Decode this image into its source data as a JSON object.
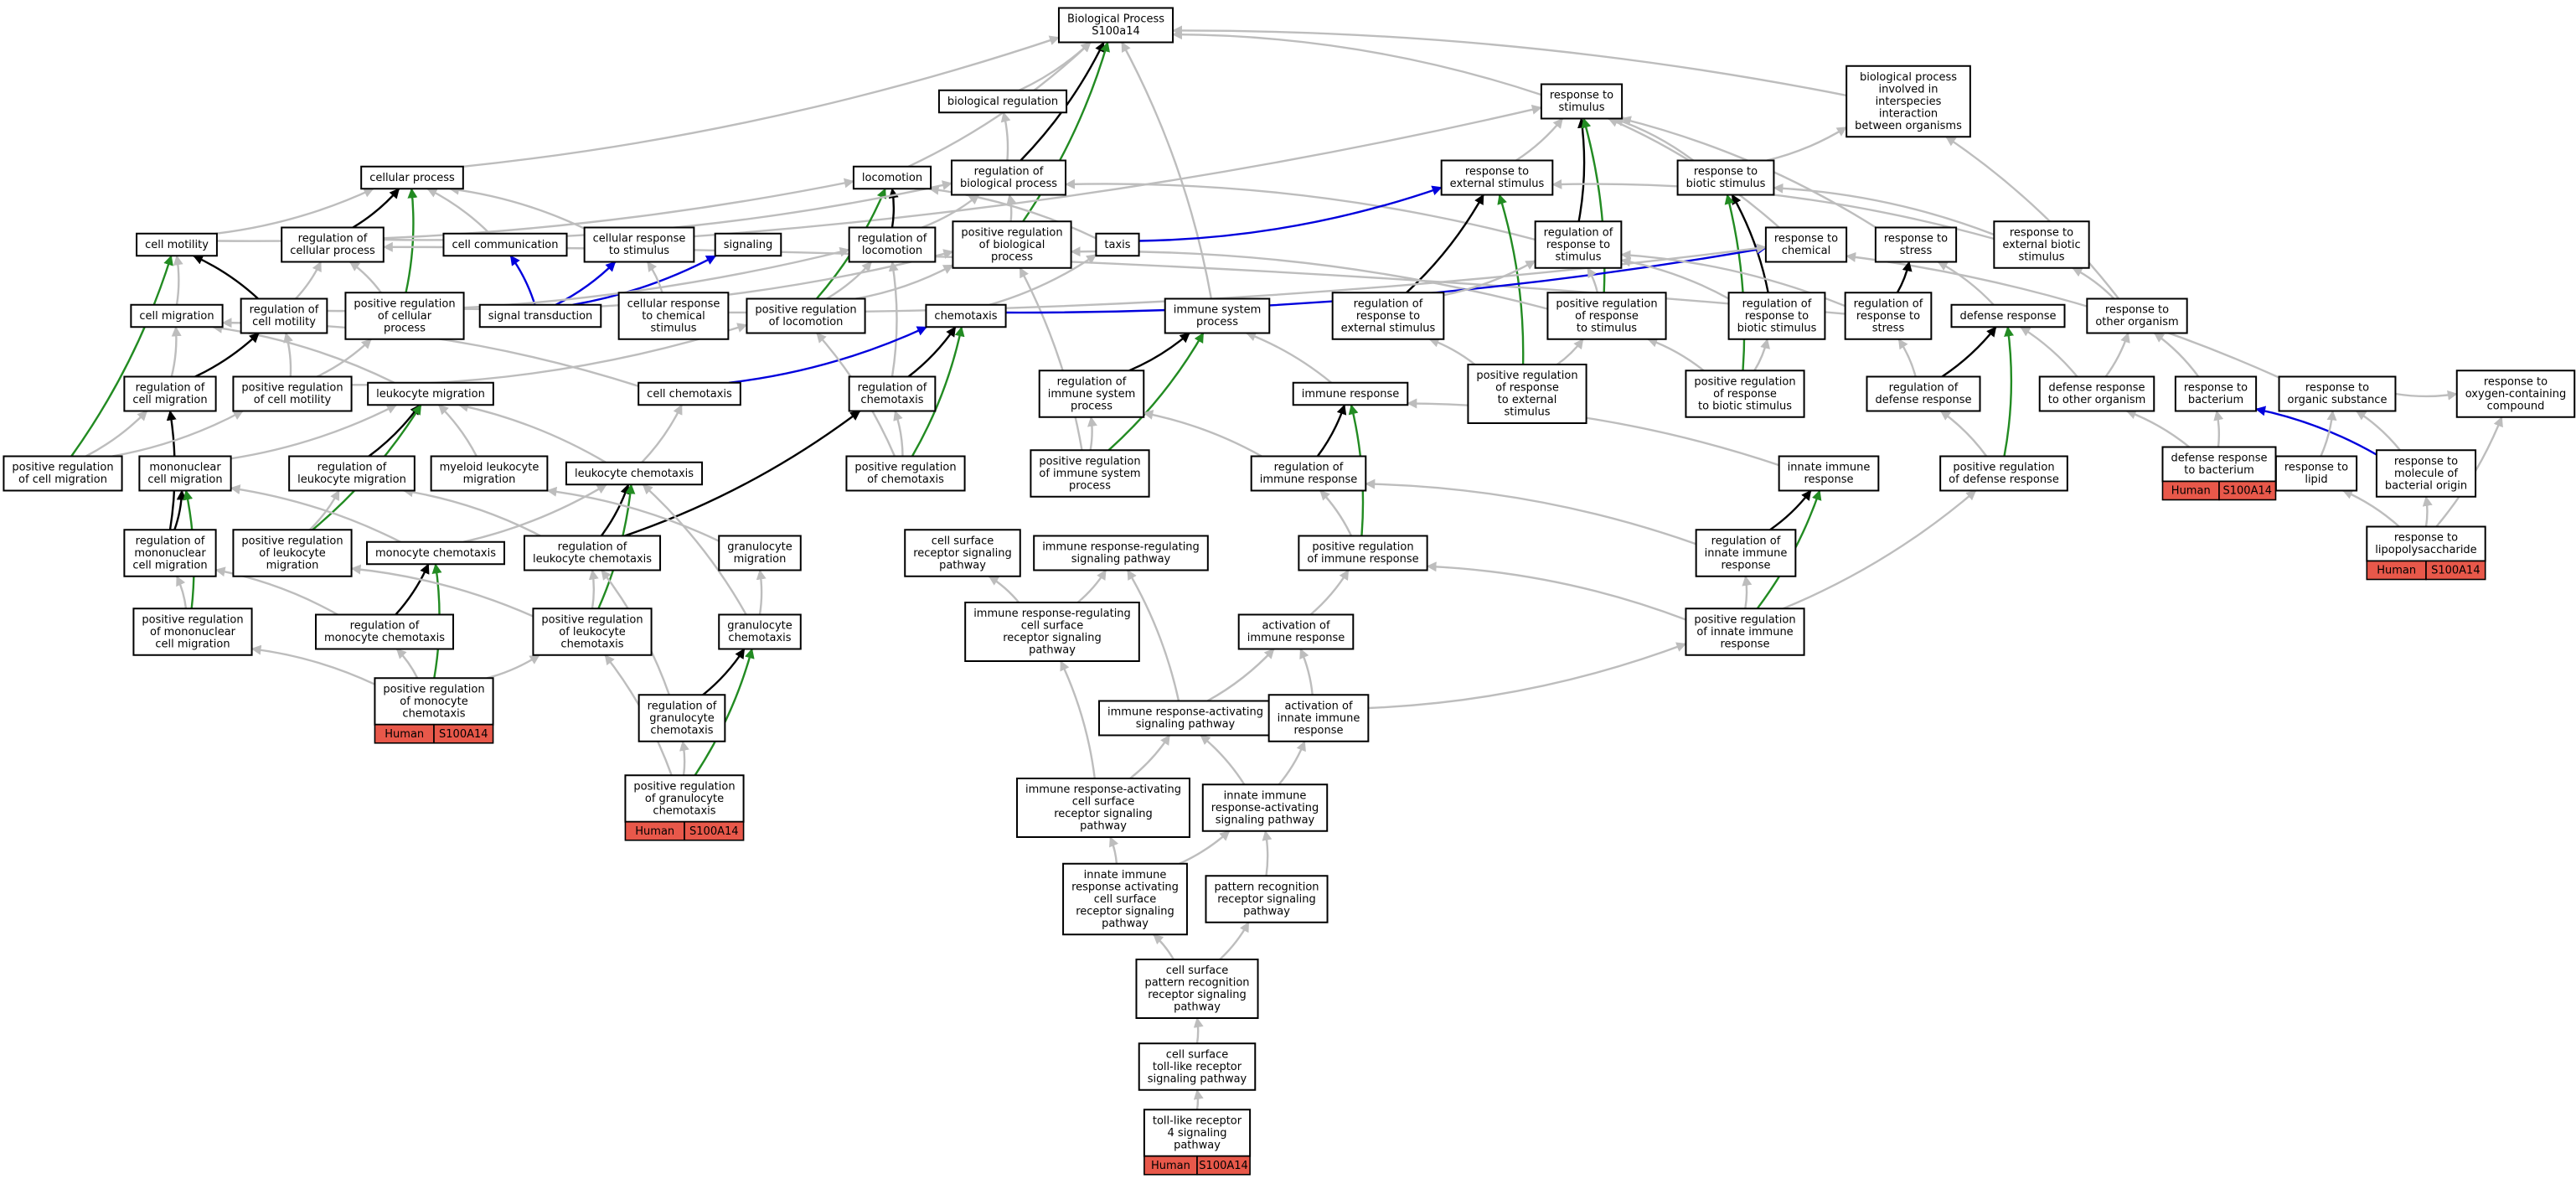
{
  "colors": {
    "gray": "#bdbdbd",
    "black": "#000000",
    "green": "#228b22",
    "blue": "#0000dd",
    "annotation": "#e8584a"
  },
  "nodes": [
    {
      "id": "n1",
      "lines": [
        "Biological Process",
        "S100a14"
      ]
    },
    {
      "id": "n2",
      "lines": [
        "biological regulation"
      ]
    },
    {
      "id": "n3",
      "lines": [
        "response to",
        "stimulus"
      ]
    },
    {
      "id": "n4",
      "lines": [
        "biological process",
        "involved in",
        "interspecies",
        "interaction",
        "between organisms"
      ]
    },
    {
      "id": "n5",
      "lines": [
        "cellular process"
      ]
    },
    {
      "id": "n6",
      "lines": [
        "locomotion"
      ]
    },
    {
      "id": "n7",
      "lines": [
        "regulation of",
        "biological process"
      ]
    },
    {
      "id": "n8",
      "lines": [
        "response to",
        "external stimulus"
      ]
    },
    {
      "id": "n9",
      "lines": [
        "response to",
        "biotic stimulus"
      ]
    },
    {
      "id": "n10",
      "lines": [
        "cell motility"
      ]
    },
    {
      "id": "n11",
      "lines": [
        "regulation of",
        "cellular process"
      ]
    },
    {
      "id": "n12",
      "lines": [
        "cell communication"
      ]
    },
    {
      "id": "n13",
      "lines": [
        "cellular response",
        "to stimulus"
      ]
    },
    {
      "id": "n14",
      "lines": [
        "signaling"
      ]
    },
    {
      "id": "n15",
      "lines": [
        "regulation of",
        "locomotion"
      ]
    },
    {
      "id": "n16",
      "lines": [
        "positive regulation",
        "of biological",
        "process"
      ]
    },
    {
      "id": "n17",
      "lines": [
        "taxis"
      ]
    },
    {
      "id": "n18",
      "lines": [
        "regulation of",
        "response to",
        "stimulus"
      ]
    },
    {
      "id": "n19",
      "lines": [
        "response to",
        "chemical"
      ]
    },
    {
      "id": "n20",
      "lines": [
        "response to",
        "stress"
      ]
    },
    {
      "id": "n21",
      "lines": [
        "response to",
        "external biotic",
        "stimulus"
      ]
    },
    {
      "id": "n22",
      "lines": [
        "cell migration"
      ]
    },
    {
      "id": "n23",
      "lines": [
        "regulation of",
        "cell motility"
      ]
    },
    {
      "id": "n24",
      "lines": [
        "positive regulation",
        "of cellular",
        "process"
      ]
    },
    {
      "id": "n25",
      "lines": [
        "signal transduction"
      ]
    },
    {
      "id": "n26",
      "lines": [
        "cellular response",
        "to chemical",
        "stimulus"
      ]
    },
    {
      "id": "n27",
      "lines": [
        "positive regulation",
        "of locomotion"
      ]
    },
    {
      "id": "n28",
      "lines": [
        "chemotaxis"
      ]
    },
    {
      "id": "n29",
      "lines": [
        "immune system",
        "process"
      ]
    },
    {
      "id": "n30",
      "lines": [
        "regulation of",
        "response to",
        "external stimulus"
      ]
    },
    {
      "id": "n31",
      "lines": [
        "positive regulation",
        "of response",
        "to stimulus"
      ]
    },
    {
      "id": "n32",
      "lines": [
        "regulation of",
        "response to",
        "biotic stimulus"
      ]
    },
    {
      "id": "n33",
      "lines": [
        "regulation of",
        "response to",
        "stress"
      ]
    },
    {
      "id": "n34",
      "lines": [
        "defense response"
      ]
    },
    {
      "id": "n35",
      "lines": [
        "response to",
        "other organism"
      ]
    },
    {
      "id": "n36",
      "lines": [
        "regulation of",
        "cell migration"
      ]
    },
    {
      "id": "n37",
      "lines": [
        "positive regulation",
        "of cell motility"
      ]
    },
    {
      "id": "n38",
      "lines": [
        "leukocyte migration"
      ]
    },
    {
      "id": "n39",
      "lines": [
        "cell chemotaxis"
      ]
    },
    {
      "id": "n40",
      "lines": [
        "regulation of",
        "chemotaxis"
      ]
    },
    {
      "id": "n41",
      "lines": [
        "regulation of",
        "immune system",
        "process"
      ]
    },
    {
      "id": "n42",
      "lines": [
        "immune response"
      ]
    },
    {
      "id": "n43",
      "lines": [
        "positive regulation",
        "of response",
        "to external",
        "stimulus"
      ]
    },
    {
      "id": "n44",
      "lines": [
        "positive regulation",
        "of response",
        "to biotic stimulus"
      ]
    },
    {
      "id": "n45",
      "lines": [
        "regulation of",
        "defense response"
      ]
    },
    {
      "id": "n46",
      "lines": [
        "defense response",
        "to other organism"
      ]
    },
    {
      "id": "n47",
      "lines": [
        "response to",
        "bacterium"
      ]
    },
    {
      "id": "n48",
      "lines": [
        "response to",
        "organic substance"
      ]
    },
    {
      "id": "n49",
      "lines": [
        "response to",
        "oxygen-containing",
        "compound"
      ]
    },
    {
      "id": "n50",
      "lines": [
        "positive regulation",
        "of cell migration"
      ]
    },
    {
      "id": "n51",
      "lines": [
        "mononuclear",
        "cell migration"
      ]
    },
    {
      "id": "n52",
      "lines": [
        "regulation of",
        "leukocyte migration"
      ]
    },
    {
      "id": "n53",
      "lines": [
        "myeloid leukocyte",
        "migration"
      ]
    },
    {
      "id": "n54",
      "lines": [
        "leukocyte chemotaxis"
      ]
    },
    {
      "id": "n55",
      "lines": [
        "positive regulation",
        "of chemotaxis"
      ]
    },
    {
      "id": "n56",
      "lines": [
        "positive regulation",
        "of immune system",
        "process"
      ]
    },
    {
      "id": "n57",
      "lines": [
        "regulation of",
        "immune response"
      ]
    },
    {
      "id": "n58",
      "lines": [
        "innate immune",
        "response"
      ]
    },
    {
      "id": "n59",
      "lines": [
        "positive regulation",
        "of defense response"
      ]
    },
    {
      "id": "n60",
      "lines": [
        "defense response",
        "to bacterium"
      ],
      "annot": [
        "Human",
        "S100A14"
      ]
    },
    {
      "id": "n61",
      "lines": [
        "response to",
        "lipid"
      ]
    },
    {
      "id": "n62",
      "lines": [
        "response to",
        "molecule of",
        "bacterial origin"
      ]
    },
    {
      "id": "n63",
      "lines": [
        "regulation of",
        "mononuclear",
        "cell migration"
      ]
    },
    {
      "id": "n64",
      "lines": [
        "positive regulation",
        "of leukocyte",
        "migration"
      ]
    },
    {
      "id": "n65",
      "lines": [
        "monocyte chemotaxis"
      ]
    },
    {
      "id": "n66",
      "lines": [
        "regulation of",
        "leukocyte chemotaxis"
      ]
    },
    {
      "id": "n67",
      "lines": [
        "granulocyte",
        "migration"
      ]
    },
    {
      "id": "n68",
      "lines": [
        "cell surface",
        "receptor signaling",
        "pathway"
      ]
    },
    {
      "id": "n69",
      "lines": [
        "immune response-regulating",
        "signaling pathway"
      ]
    },
    {
      "id": "n70",
      "lines": [
        "positive regulation",
        "of immune response"
      ]
    },
    {
      "id": "n71",
      "lines": [
        "regulation of",
        "innate immune",
        "response"
      ]
    },
    {
      "id": "n72",
      "lines": [
        "response to",
        "lipopolysaccharide"
      ],
      "annot": [
        "Human",
        "S100A14"
      ]
    },
    {
      "id": "n73",
      "lines": [
        "positive regulation",
        "of mononuclear",
        "cell migration"
      ]
    },
    {
      "id": "n74",
      "lines": [
        "regulation of",
        "monocyte chemotaxis"
      ]
    },
    {
      "id": "n75",
      "lines": [
        "positive regulation",
        "of leukocyte",
        "chemotaxis"
      ]
    },
    {
      "id": "n76",
      "lines": [
        "granulocyte",
        "chemotaxis"
      ]
    },
    {
      "id": "n77",
      "lines": [
        "immune response-regulating",
        "cell surface",
        "receptor signaling",
        "pathway"
      ]
    },
    {
      "id": "n78",
      "lines": [
        "activation of",
        "immune response"
      ]
    },
    {
      "id": "n79",
      "lines": [
        "positive regulation",
        "of innate immune",
        "response"
      ]
    },
    {
      "id": "n80",
      "lines": [
        "positive regulation",
        "of monocyte",
        "chemotaxis"
      ],
      "annot": [
        "Human",
        "S100A14"
      ]
    },
    {
      "id": "n81",
      "lines": [
        "regulation of",
        "granulocyte",
        "chemotaxis"
      ]
    },
    {
      "id": "n82",
      "lines": [
        "immune response-activating",
        "signaling pathway"
      ]
    },
    {
      "id": "n83",
      "lines": [
        "activation of",
        "innate immune",
        "response"
      ]
    },
    {
      "id": "n84",
      "lines": [
        "positive regulation",
        "of granulocyte",
        "chemotaxis"
      ],
      "annot": [
        "Human",
        "S100A14"
      ]
    },
    {
      "id": "n85",
      "lines": [
        "immune response-activating",
        "cell surface",
        "receptor signaling",
        "pathway"
      ]
    },
    {
      "id": "n86",
      "lines": [
        "innate immune",
        "response-activating",
        "signaling pathway"
      ]
    },
    {
      "id": "n87",
      "lines": [
        "innate immune",
        "response activating",
        "cell surface",
        "receptor signaling",
        "pathway"
      ]
    },
    {
      "id": "n88",
      "lines": [
        "pattern recognition",
        "receptor signaling",
        "pathway"
      ]
    },
    {
      "id": "n89",
      "lines": [
        "cell surface",
        "pattern recognition",
        "receptor signaling",
        "pathway"
      ]
    },
    {
      "id": "n90",
      "lines": [
        "cell surface",
        "toll-like receptor",
        "signaling pathway"
      ]
    },
    {
      "id": "n91",
      "lines": [
        "toll-like receptor",
        "4 signaling",
        "pathway"
      ],
      "annot": [
        "Human",
        "S100A14"
      ]
    }
  ],
  "edges": [
    [
      "n2",
      "n1",
      "gray"
    ],
    [
      "n3",
      "n1",
      "gray"
    ],
    [
      "n4",
      "n1",
      "gray"
    ],
    [
      "n5",
      "n1",
      "gray"
    ],
    [
      "n6",
      "n1",
      "gray"
    ],
    [
      "n7",
      "n1",
      "black"
    ],
    [
      "n16",
      "n1",
      "green"
    ],
    [
      "n29",
      "n1",
      "gray"
    ],
    [
      "n7",
      "n2",
      "gray"
    ],
    [
      "n8",
      "n3",
      "gray"
    ],
    [
      "n9",
      "n3",
      "gray"
    ],
    [
      "n13",
      "n3",
      "gray"
    ],
    [
      "n18",
      "n3",
      "black"
    ],
    [
      "n19",
      "n3",
      "gray"
    ],
    [
      "n20",
      "n3",
      "gray"
    ],
    [
      "n31",
      "n3",
      "green"
    ],
    [
      "n9",
      "n4",
      "gray"
    ],
    [
      "n35",
      "n4",
      "gray"
    ],
    [
      "n10",
      "n5",
      "gray"
    ],
    [
      "n11",
      "n5",
      "black"
    ],
    [
      "n12",
      "n5",
      "gray"
    ],
    [
      "n13",
      "n5",
      "gray"
    ],
    [
      "n24",
      "n5",
      "green"
    ],
    [
      "n17",
      "n6",
      "gray"
    ],
    [
      "n10",
      "n6",
      "gray"
    ],
    [
      "n15",
      "n6",
      "black"
    ],
    [
      "n27",
      "n6",
      "green"
    ],
    [
      "n11",
      "n7",
      "gray"
    ],
    [
      "n15",
      "n7",
      "gray"
    ],
    [
      "n16",
      "n7",
      "gray"
    ],
    [
      "n18",
      "n7",
      "gray"
    ],
    [
      "n17",
      "n8",
      "blue"
    ],
    [
      "n21",
      "n8",
      "gray"
    ],
    [
      "n30",
      "n8",
      "black"
    ],
    [
      "n43",
      "n8",
      "green"
    ],
    [
      "n21",
      "n9",
      "gray"
    ],
    [
      "n32",
      "n9",
      "black"
    ],
    [
      "n44",
      "n9",
      "green"
    ],
    [
      "n22",
      "n10",
      "gray"
    ],
    [
      "n23",
      "n10",
      "black"
    ],
    [
      "n50",
      "n10",
      "green"
    ],
    [
      "n23",
      "n11",
      "gray"
    ],
    [
      "n24",
      "n11",
      "gray"
    ],
    [
      "n33",
      "n11",
      "gray"
    ],
    [
      "n25",
      "n12",
      "blue"
    ],
    [
      "n25",
      "n13",
      "blue"
    ],
    [
      "n25",
      "n14",
      "blue"
    ],
    [
      "n26",
      "n13",
      "gray"
    ],
    [
      "n23",
      "n15",
      "gray"
    ],
    [
      "n40",
      "n15",
      "gray"
    ],
    [
      "n27",
      "n15",
      "gray"
    ],
    [
      "n24",
      "n16",
      "gray"
    ],
    [
      "n27",
      "n16",
      "gray"
    ],
    [
      "n31",
      "n16",
      "gray"
    ],
    [
      "n56",
      "n16",
      "gray"
    ],
    [
      "n28",
      "n17",
      "gray"
    ],
    [
      "n28",
      "n19",
      "blue"
    ],
    [
      "n30",
      "n18",
      "gray"
    ],
    [
      "n31",
      "n18",
      "gray"
    ],
    [
      "n32",
      "n18",
      "gray"
    ],
    [
      "n33",
      "n18",
      "gray"
    ],
    [
      "n26",
      "n19",
      "gray"
    ],
    [
      "n48",
      "n19",
      "gray"
    ],
    [
      "n34",
      "n20",
      "gray"
    ],
    [
      "n33",
      "n20",
      "black"
    ],
    [
      "n35",
      "n21",
      "gray"
    ],
    [
      "n36",
      "n22",
      "gray"
    ],
    [
      "n38",
      "n22",
      "gray"
    ],
    [
      "n39",
      "n22",
      "gray"
    ],
    [
      "n36",
      "n23",
      "black"
    ],
    [
      "n37",
      "n23",
      "gray"
    ],
    [
      "n37",
      "n24",
      "gray"
    ],
    [
      "n39",
      "n28",
      "blue"
    ],
    [
      "n37",
      "n27",
      "gray"
    ],
    [
      "n55",
      "n27",
      "gray"
    ],
    [
      "n40",
      "n28",
      "black"
    ],
    [
      "n55",
      "n28",
      "green"
    ],
    [
      "n41",
      "n29",
      "black"
    ],
    [
      "n42",
      "n29",
      "gray"
    ],
    [
      "n56",
      "n29",
      "green"
    ],
    [
      "n43",
      "n30",
      "gray"
    ],
    [
      "n43",
      "n31",
      "gray"
    ],
    [
      "n44",
      "n31",
      "gray"
    ],
    [
      "n44",
      "n32",
      "gray"
    ],
    [
      "n45",
      "n33",
      "gray"
    ],
    [
      "n45",
      "n34",
      "black"
    ],
    [
      "n46",
      "n34",
      "gray"
    ],
    [
      "n59",
      "n34",
      "green"
    ],
    [
      "n46",
      "n35",
      "gray"
    ],
    [
      "n47",
      "n35",
      "gray"
    ],
    [
      "n48",
      "n49",
      "gray"
    ],
    [
      "n50",
      "n36",
      "gray"
    ],
    [
      "n63",
      "n36",
      "black"
    ],
    [
      "n50",
      "n37",
      "gray"
    ],
    [
      "n51",
      "n38",
      "gray"
    ],
    [
      "n52",
      "n38",
      "black"
    ],
    [
      "n53",
      "n38",
      "gray"
    ],
    [
      "n64",
      "n38",
      "green"
    ],
    [
      "n54",
      "n39",
      "gray"
    ],
    [
      "n54",
      "n38",
      "gray"
    ],
    [
      "n55",
      "n40",
      "gray"
    ],
    [
      "n66",
      "n40",
      "black"
    ],
    [
      "n56",
      "n41",
      "gray"
    ],
    [
      "n57",
      "n41",
      "gray"
    ],
    [
      "n57",
      "n42",
      "black"
    ],
    [
      "n58",
      "n42",
      "gray"
    ],
    [
      "n70",
      "n42",
      "green"
    ],
    [
      "n59",
      "n45",
      "gray"
    ],
    [
      "n60",
      "n46",
      "gray"
    ],
    [
      "n60",
      "n47",
      "gray"
    ],
    [
      "n62",
      "n47",
      "blue"
    ],
    [
      "n61",
      "n48",
      "gray"
    ],
    [
      "n62",
      "n48",
      "gray"
    ],
    [
      "n72",
      "n61",
      "gray"
    ],
    [
      "n72",
      "n62",
      "gray"
    ],
    [
      "n72",
      "n49",
      "gray"
    ],
    [
      "n63",
      "n51",
      "black"
    ],
    [
      "n73",
      "n51",
      "green"
    ],
    [
      "n64",
      "n52",
      "gray"
    ],
    [
      "n66",
      "n52",
      "gray"
    ],
    [
      "n65",
      "n51",
      "gray"
    ],
    [
      "n65",
      "n54",
      "gray"
    ],
    [
      "n66",
      "n54",
      "black"
    ],
    [
      "n75",
      "n54",
      "green"
    ],
    [
      "n67",
      "n53",
      "gray"
    ],
    [
      "n76",
      "n67",
      "gray"
    ],
    [
      "n76",
      "n54",
      "gray"
    ],
    [
      "n70",
      "n57",
      "gray"
    ],
    [
      "n71",
      "n57",
      "gray"
    ],
    [
      "n71",
      "n58",
      "black"
    ],
    [
      "n79",
      "n58",
      "green"
    ],
    [
      "n79",
      "n59",
      "gray"
    ],
    [
      "n79",
      "n71",
      "gray"
    ],
    [
      "n79",
      "n70",
      "gray"
    ],
    [
      "n73",
      "n63",
      "gray"
    ],
    [
      "n74",
      "n63",
      "gray"
    ],
    [
      "n74",
      "n65",
      "black"
    ],
    [
      "n80",
      "n65",
      "green"
    ],
    [
      "n75",
      "n64",
      "gray"
    ],
    [
      "n75",
      "n66",
      "gray"
    ],
    [
      "n81",
      "n66",
      "gray"
    ],
    [
      "n81",
      "n76",
      "black"
    ],
    [
      "n84",
      "n76",
      "green"
    ],
    [
      "n80",
      "n73",
      "gray"
    ],
    [
      "n80",
      "n74",
      "gray"
    ],
    [
      "n80",
      "n75",
      "gray"
    ],
    [
      "n84",
      "n75",
      "gray"
    ],
    [
      "n84",
      "n81",
      "gray"
    ],
    [
      "n77",
      "n68",
      "gray"
    ],
    [
      "n77",
      "n69",
      "gray"
    ],
    [
      "n82",
      "n69",
      "gray"
    ],
    [
      "n78",
      "n70",
      "gray"
    ],
    [
      "n83",
      "n78",
      "gray"
    ],
    [
      "n83",
      "n79",
      "gray"
    ],
    [
      "n82",
      "n78",
      "gray"
    ],
    [
      "n85",
      "n77",
      "gray"
    ],
    [
      "n85",
      "n82",
      "gray"
    ],
    [
      "n86",
      "n82",
      "gray"
    ],
    [
      "n86",
      "n83",
      "gray"
    ],
    [
      "n87",
      "n85",
      "gray"
    ],
    [
      "n87",
      "n86",
      "gray"
    ],
    [
      "n88",
      "n86",
      "gray"
    ],
    [
      "n89",
      "n87",
      "gray"
    ],
    [
      "n89",
      "n88",
      "gray"
    ],
    [
      "n90",
      "n89",
      "gray"
    ],
    [
      "n91",
      "n90",
      "gray"
    ]
  ]
}
